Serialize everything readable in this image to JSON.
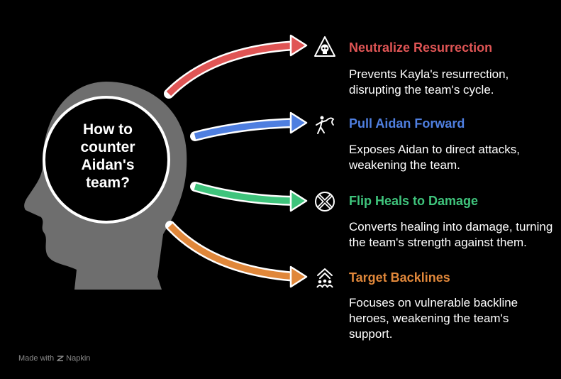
{
  "center": {
    "question": "How to counter Aidan's team?"
  },
  "items": [
    {
      "title": "Neutralize Resurrection",
      "description": "Prevents Kayla's resurrection, disrupting the team's cycle.",
      "color": "#e05555",
      "icon": "skull-warning-icon"
    },
    {
      "title": "Pull Aidan Forward",
      "description": "Exposes Aidan to direct attacks, weakening the team.",
      "color": "#4f7fe0",
      "icon": "pull-figure-icon"
    },
    {
      "title": "Flip Heals to Damage",
      "description": "Converts healing into damage, turning the team's strength against them.",
      "color": "#3fc47c",
      "icon": "crossed-bandage-icon"
    },
    {
      "title": "Target Backlines",
      "description": "Focuses on vulnerable backline heroes, weakening the team's support.",
      "color": "#e0873a",
      "icon": "group-up-arrows-icon"
    }
  ],
  "footer": {
    "made_with": "Made with",
    "brand": "Napkin"
  },
  "colors": {
    "background": "#000000",
    "head": "#6e6e6e"
  }
}
